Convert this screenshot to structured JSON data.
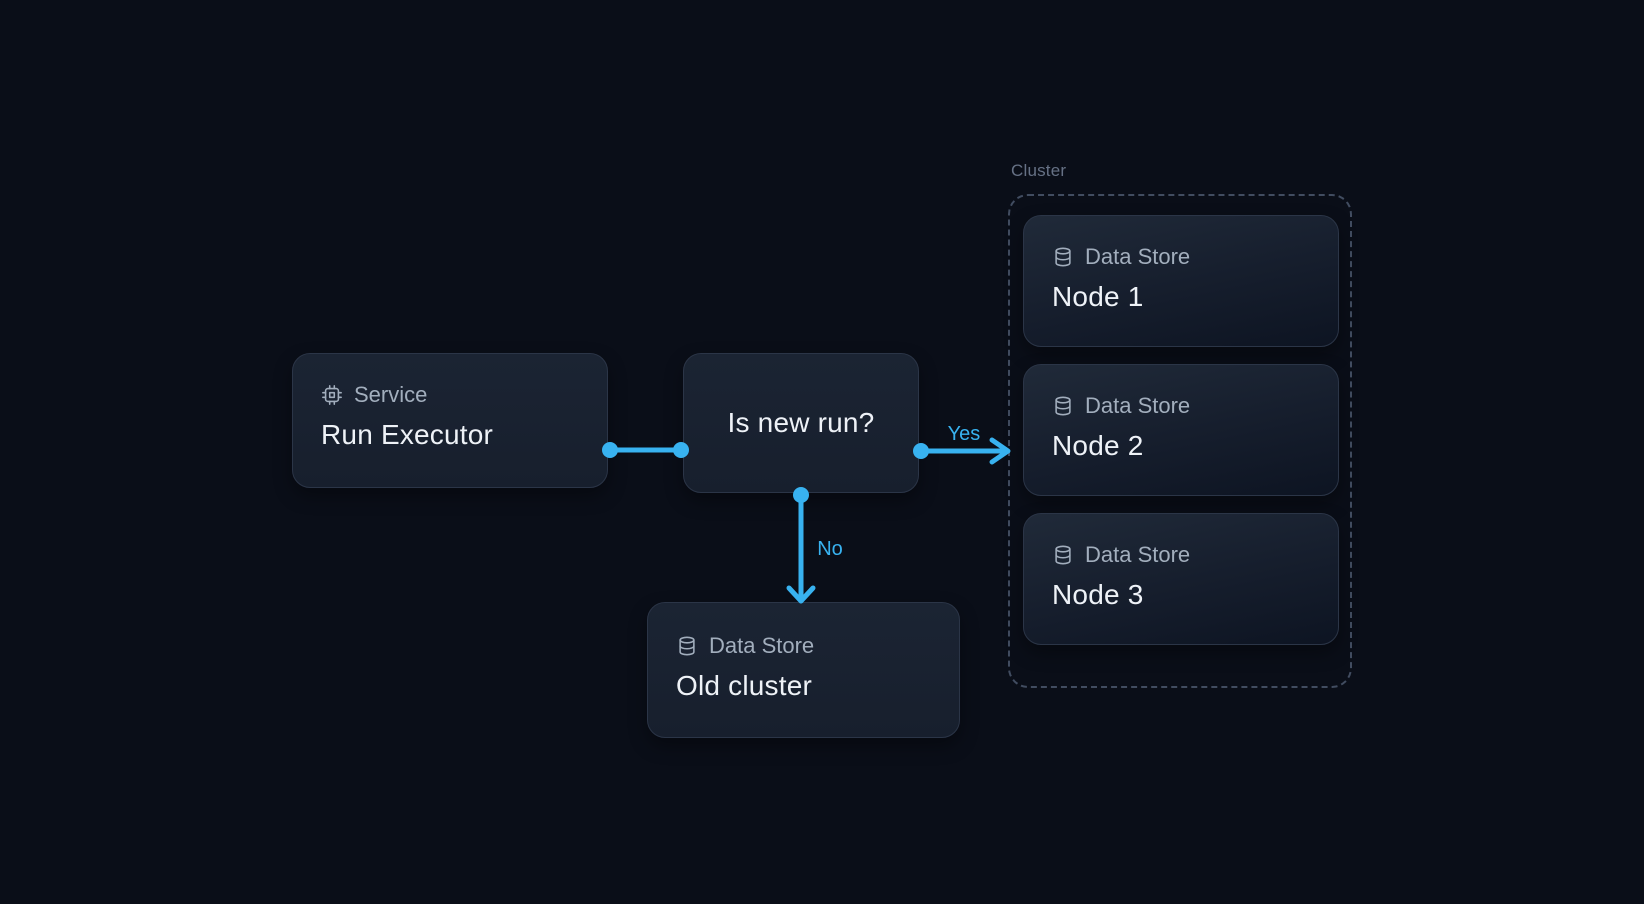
{
  "colors": {
    "background": "#0a0e18",
    "accent": "#38b2f0",
    "card_fill": "#19212f",
    "card_border": "#2b3547",
    "muted_text": "#a2aebd",
    "title_text": "#eef2f7",
    "group_border": "#414c60",
    "group_label_text": "#667185"
  },
  "group": {
    "label": "Cluster"
  },
  "nodes": {
    "run_executor": {
      "type_label": "Service",
      "title": "Run Executor",
      "icon": "chip-icon"
    },
    "decision": {
      "title": "Is new run?"
    },
    "node1": {
      "type_label": "Data Store",
      "title": "Node 1",
      "icon": "database-icon"
    },
    "node2": {
      "type_label": "Data Store",
      "title": "Node 2",
      "icon": "database-icon"
    },
    "node3": {
      "type_label": "Data Store",
      "title": "Node 3",
      "icon": "database-icon"
    },
    "old_cluster": {
      "type_label": "Data Store",
      "title": "Old cluster",
      "icon": "database-icon"
    }
  },
  "edges": {
    "yes_label": "Yes",
    "no_label": "No"
  }
}
